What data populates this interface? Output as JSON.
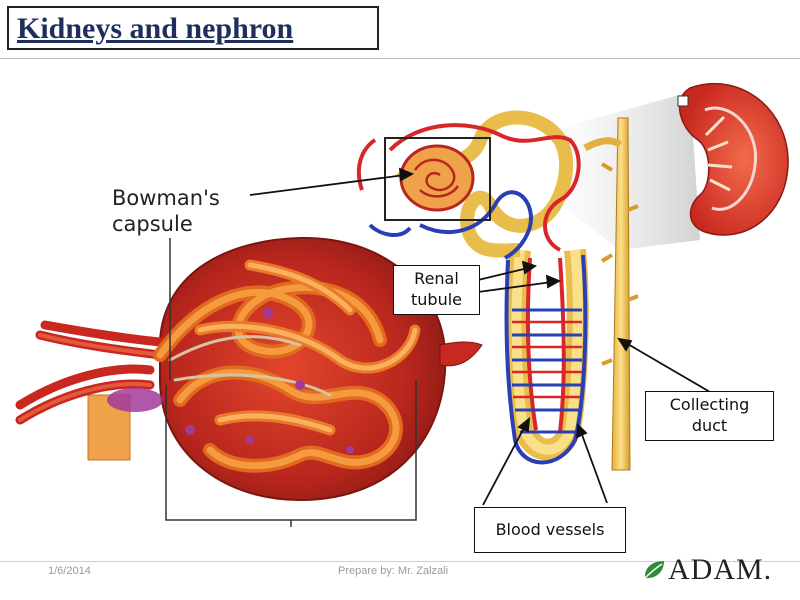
{
  "title": "Kidneys and nephron",
  "labels": {
    "bowmans_capsule_line1": "Bowman's",
    "bowmans_capsule_line2": "capsule",
    "renal_tubule_line1": "Renal",
    "renal_tubule_line2": "tubule",
    "collecting_duct_line1": "Collecting",
    "collecting_duct_line2": "duct",
    "blood_vessels": "Blood vessels"
  },
  "footer": {
    "date": "1/6/2014",
    "prepared_by": "Prepare by:  Mr. Zalzali",
    "logo": "ADAM."
  },
  "colors": {
    "title": "#1f2f5c",
    "artery": "#d8262a",
    "vein": "#2b3fb5",
    "tubule": "#f2c94c",
    "glomerulus": "#f08a2a"
  }
}
